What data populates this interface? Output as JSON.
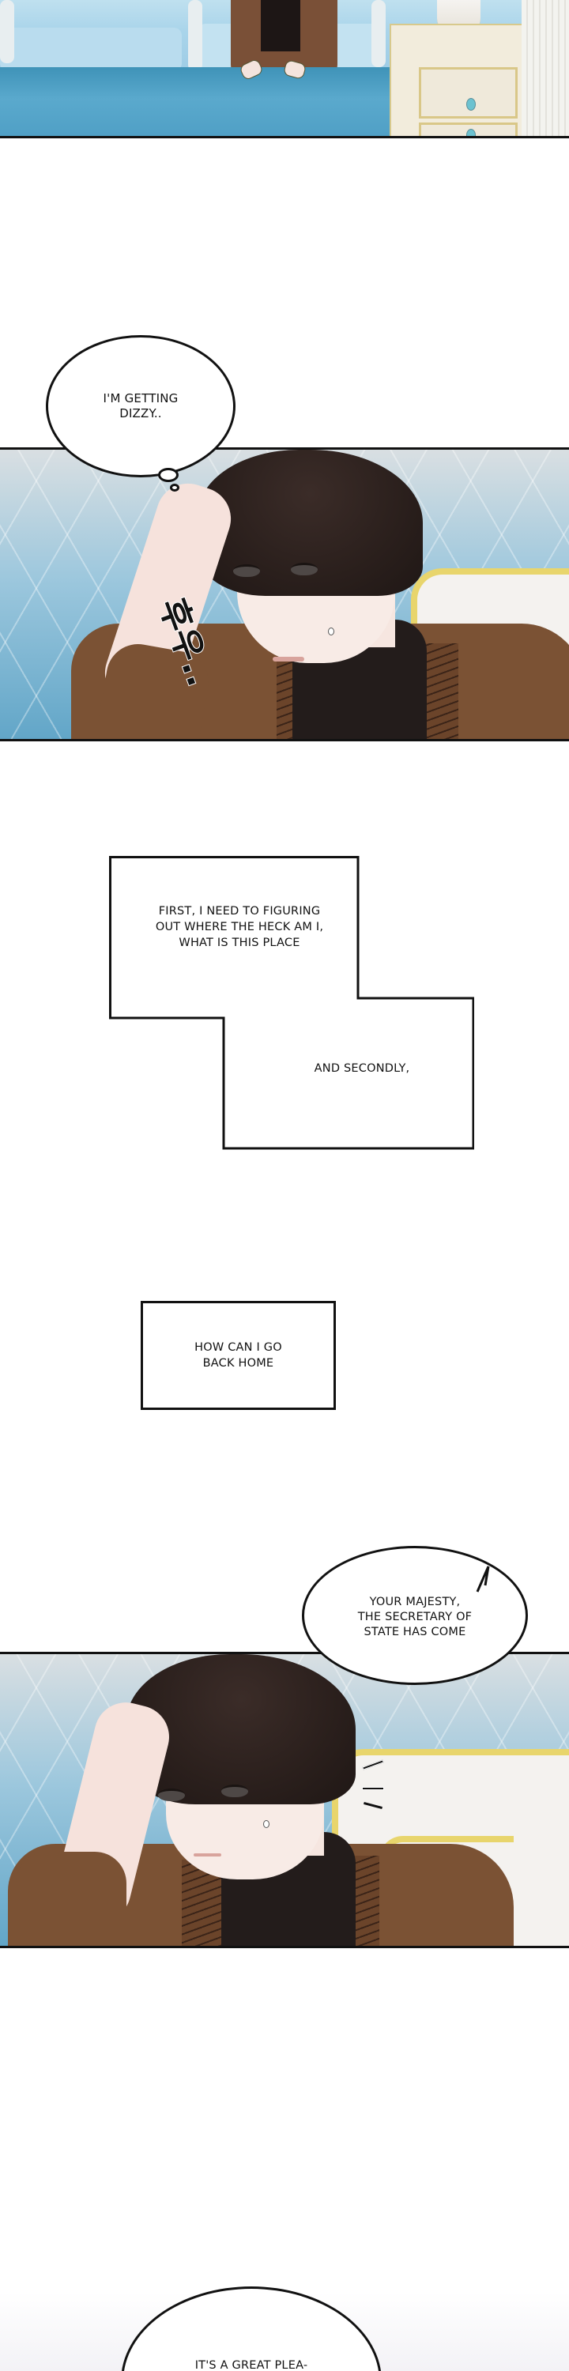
{
  "page": {
    "type": "webtoon-strip",
    "background": "#ffffff",
    "panel_border_color": "#111111"
  },
  "panels": [
    {
      "id": "panel-1",
      "description": "Character sitting in bed gripping blue blanket, nightstand with lamp at right",
      "colors": {
        "blanket": "#4f9fc5",
        "cardigan": "#7a5037",
        "nightstand": "#f2ecdc",
        "trim": "#d9c788",
        "knob": "#6cc2d0"
      }
    },
    {
      "id": "panel-2",
      "description": "Dark-haired man in brown cardigan holding his head, sweat drop, diamond-quilted blue wall and gold-trimmed headboard",
      "sfx": "후우..",
      "colors": {
        "wall": "#62a6c8",
        "hair": "#2a1f1c",
        "cardigan": "#7b5234",
        "turtleneck": "#231c1b",
        "headboard_trim": "#e8d56c"
      }
    },
    {
      "id": "panel-3",
      "description": "Same man glancing sideways while holding his head, surprise marks near headboard",
      "sfx_marks": [
        "—",
        "—",
        "—"
      ],
      "colors": {
        "wall": "#62a6c8",
        "hair": "#2a1f1c",
        "cardigan": "#7b5234",
        "turtleneck": "#231c1b",
        "headboard_trim": "#e8d56c"
      }
    }
  ],
  "dialogue": {
    "thought_1": {
      "line1": "I'M GETTING",
      "line2": "DIZZY.."
    },
    "caption_1": {
      "line1": "FIRST, I NEED TO FIGURING",
      "line2": "OUT WHERE THE HECK AM I,",
      "line3": "WHAT IS THIS PLACE"
    },
    "caption_2": {
      "line1": "AND SECONDLY,"
    },
    "caption_3": {
      "line1": "HOW CAN I GO",
      "line2": "BACK HOME"
    },
    "speech_1": {
      "line1": "YOUR MAJESTY,",
      "line2": "THE SECRETARY OF",
      "line3": "STATE HAS COME"
    },
    "speech_2": {
      "line1": "IT'S A GREAT PLEA-"
    }
  }
}
